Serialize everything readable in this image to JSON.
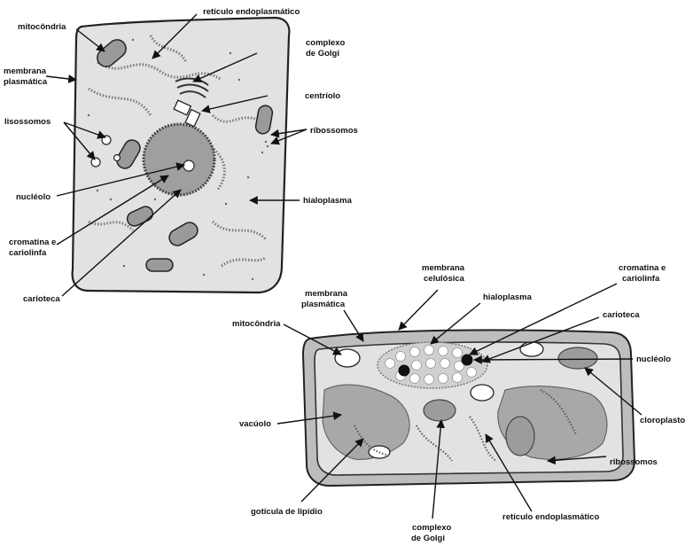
{
  "animal_cell": {
    "labels": {
      "mitocondria": "mitocôndria",
      "reticulo": "retículo endoplasmático",
      "complexo_1": "complexo",
      "complexo_2": "de Golgi",
      "membrana_1": "membrana",
      "membrana_2": "plasmática",
      "centriolo": "centríolo",
      "lisossomos": "lisossomos",
      "ribossomos": "ribossomos",
      "nucleolo": "nucléolo",
      "hialoplasma": "hialoplasma",
      "cromatina_1": "cromatina e",
      "cromatina_2": "cariolinfa",
      "carioteca": "carioteca"
    }
  },
  "plant_cell": {
    "labels": {
      "celulosica_1": "membrana",
      "celulosica_2": "celulósica",
      "cromatina_1": "cromatina e",
      "cromatina_2": "cariolinfa",
      "membrana_1": "membrana",
      "membrana_2": "plasmática",
      "hialoplasma": "hialoplasma",
      "mitocondria": "mitocôndria",
      "carioteca": "carioteca",
      "nucleolo": "nucléolo",
      "vacuolo": "vacúolo",
      "cloroplasto": "cloroplasto",
      "ribossomos": "ribossomos",
      "goticula": "gotícula de lipídio",
      "complexo_1": "complexo",
      "complexo_2": "de Golgi",
      "reticulo": "retículo endoplasmático"
    }
  }
}
